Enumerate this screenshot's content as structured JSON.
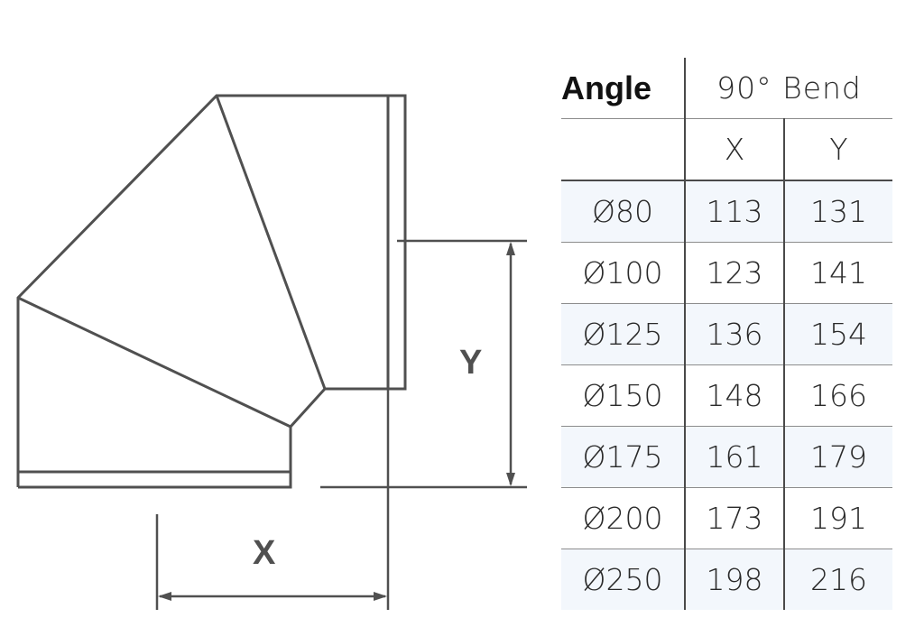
{
  "diagram": {
    "title": "90° bend elbow dimension drawing",
    "dimension_x_label": "X",
    "dimension_y_label": "Y",
    "line_color": "#505050"
  },
  "table": {
    "angle_label": "Angle",
    "angle_value": "90° Bend",
    "col_x": "X",
    "col_y": "Y",
    "rows": [
      {
        "diameter": "Ø80",
        "x": "113",
        "y": "131"
      },
      {
        "diameter": "Ø100",
        "x": "123",
        "y": "141"
      },
      {
        "diameter": "Ø125",
        "x": "136",
        "y": "154"
      },
      {
        "diameter": "Ø150",
        "x": "148",
        "y": "166"
      },
      {
        "diameter": "Ø175",
        "x": "161",
        "y": "179"
      },
      {
        "diameter": "Ø200",
        "x": "173",
        "y": "191"
      },
      {
        "diameter": "Ø250",
        "x": "198",
        "y": "216"
      }
    ],
    "shade_color": "#f3f7fc"
  }
}
